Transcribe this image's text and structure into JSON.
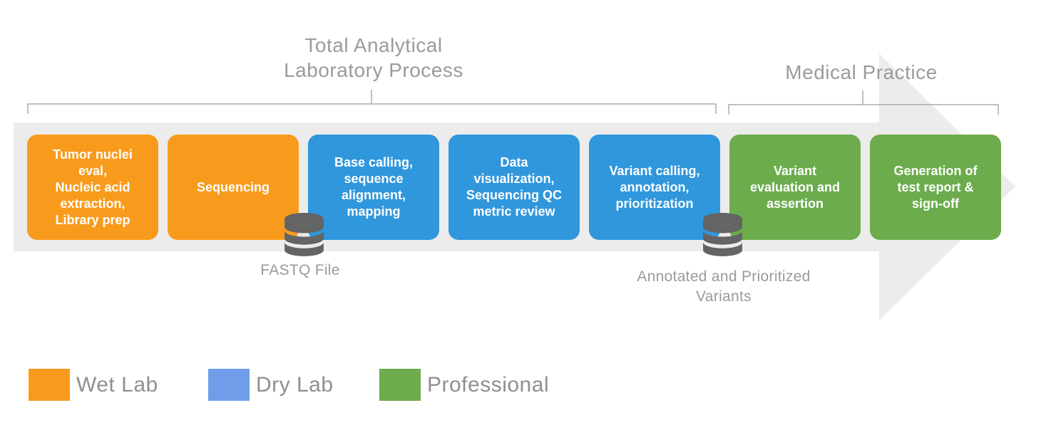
{
  "titles": {
    "lab_process": "Total Analytical\nLaboratory Process",
    "medical_practice": "Medical Practice"
  },
  "stages": [
    {
      "label": "Tumor nuclei\neval,\nNucleic acid\nextraction,\nLibrary prep",
      "category": "Wet Lab",
      "color": "#F89B1C"
    },
    {
      "label": "Sequencing",
      "category": "Wet Lab",
      "color": "#F89B1C"
    },
    {
      "label": "Base calling,\nsequence\nalignment,\nmapping",
      "category": "Dry Lab",
      "color": "#3097DC"
    },
    {
      "label": "Data\nvisualization,\nSequencing QC\nmetric review",
      "category": "Dry Lab",
      "color": "#3097DC"
    },
    {
      "label": "Variant calling,\nannotation,\nprioritization",
      "category": "Dry Lab",
      "color": "#3097DC"
    },
    {
      "label": "Variant\nevaluation and\nassertion",
      "category": "Professional",
      "color": "#6CAC4D"
    },
    {
      "label": "Generation of\ntest report &\nsign-off",
      "category": "Professional",
      "color": "#6CAC4D"
    }
  ],
  "artifacts": [
    {
      "label": "FASTQ File"
    },
    {
      "label": "Annotated and Prioritized\nVariants"
    }
  ],
  "legend": [
    {
      "label": "Wet Lab",
      "color": "#F89B1C"
    },
    {
      "label": "Dry Lab",
      "color": "#6F9DE9"
    },
    {
      "label": "Professional",
      "color": "#6CAC4D"
    }
  ],
  "colors": {
    "arrow": "#ECECEC",
    "bracket": "#ABABAB",
    "database_icon": "#646464",
    "title_text": "#9B9B9B",
    "artifact_label_text": "#9A9A9A",
    "legend_text": "#8F8F8F",
    "stage_text": "#FFFFFF"
  }
}
